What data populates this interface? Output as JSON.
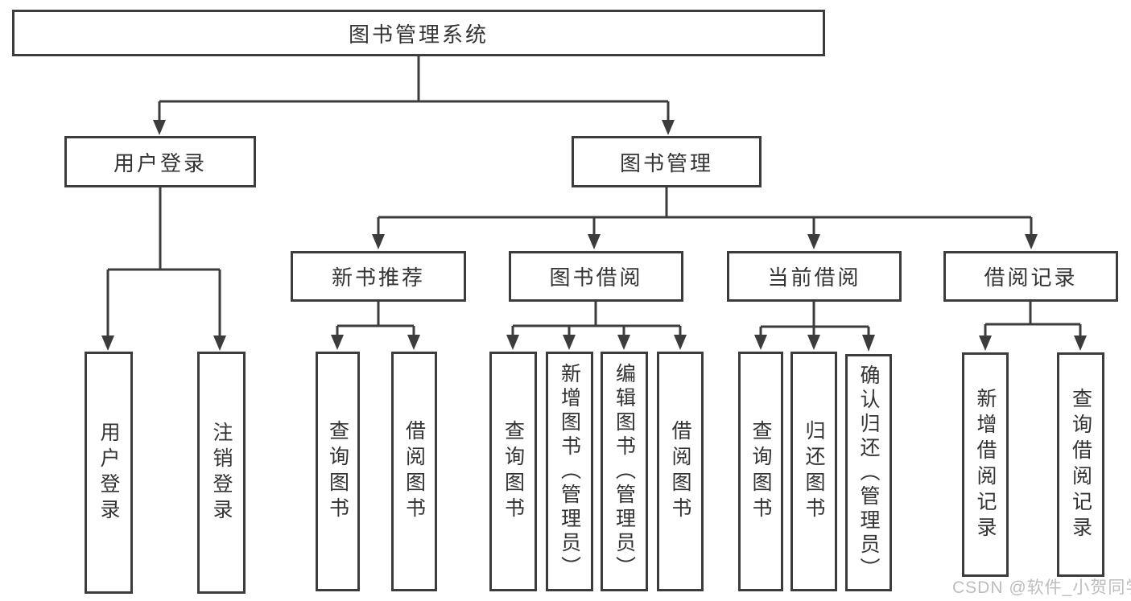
{
  "diagram": {
    "title": "图书管理系统",
    "root": {
      "label": "图书管理系统"
    },
    "branches": {
      "user_login": {
        "label": "用户登录",
        "children": [
          {
            "label": "用户登录"
          },
          {
            "label": "注销登录"
          }
        ]
      },
      "book_management": {
        "label": "图书管理",
        "sections": [
          {
            "label": "新书推荐",
            "children": [
              {
                "label": "查询图书"
              },
              {
                "label": "借阅图书"
              }
            ]
          },
          {
            "label": "图书借阅",
            "children": [
              {
                "label": "查询图书"
              },
              {
                "label": "新增图书（管理员）"
              },
              {
                "label": "编辑图书（管理员）"
              },
              {
                "label": "借阅图书"
              }
            ]
          },
          {
            "label": "当前借阅",
            "children": [
              {
                "label": "查询图书"
              },
              {
                "label": "归还图书"
              },
              {
                "label": "确认归还（管理员）"
              }
            ]
          },
          {
            "label": "借阅记录",
            "children": [
              {
                "label": "新增借阅记录"
              },
              {
                "label": "查询借阅记录"
              }
            ]
          }
        ]
      }
    }
  },
  "watermark": {
    "text": "CSDN @软件_小贺同学"
  },
  "colors": {
    "line": "#3c3c3c",
    "text": "#333333",
    "background": "#ffffff",
    "watermark": "#bdbdbd"
  }
}
